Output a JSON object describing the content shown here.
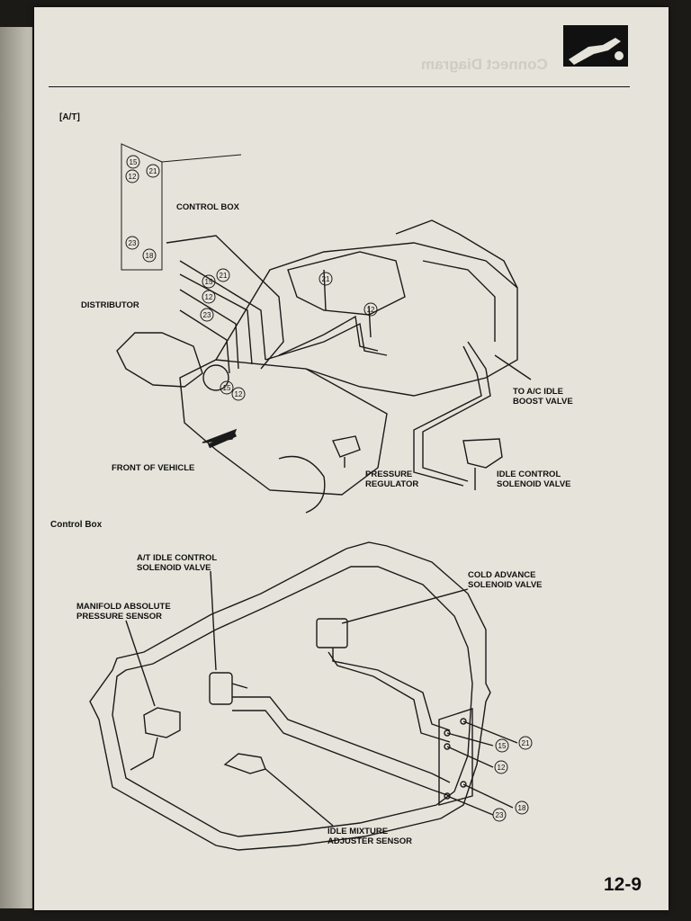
{
  "page": {
    "ghost_title": "Connect Diagram",
    "section_at": "[A/T]",
    "section_control_box": "Control Box",
    "page_number": "12-9"
  },
  "labels": {
    "control_box": "CONTROL BOX",
    "distributor": "DISTRIBUTOR",
    "front_of_vehicle": "FRONT OF VEHICLE",
    "pressure_regulator": "PRESSURE\nREGULATOR",
    "to_ac_idle": "TO A/C IDLE\nBOOST VALVE",
    "idle_control": "IDLE CONTROL\nSOLENOID VALVE",
    "at_idle_control": "A/T IDLE CONTROL\nSOLENOID VALVE",
    "map_sensor": "MANIFOLD ABSOLUTE\nPRESSURE SENSOR",
    "cold_advance": "COLD ADVANCE\nSOLENOID VALVE",
    "idle_mixture": "IDLE MIXTURE\nADJUSTER SENSOR"
  },
  "numbers": [
    "15",
    "21",
    "12",
    "23",
    "18",
    "15",
    "21",
    "12",
    "23",
    "21",
    "12",
    "15",
    "12",
    "15",
    "21",
    "12",
    "18",
    "23"
  ]
}
